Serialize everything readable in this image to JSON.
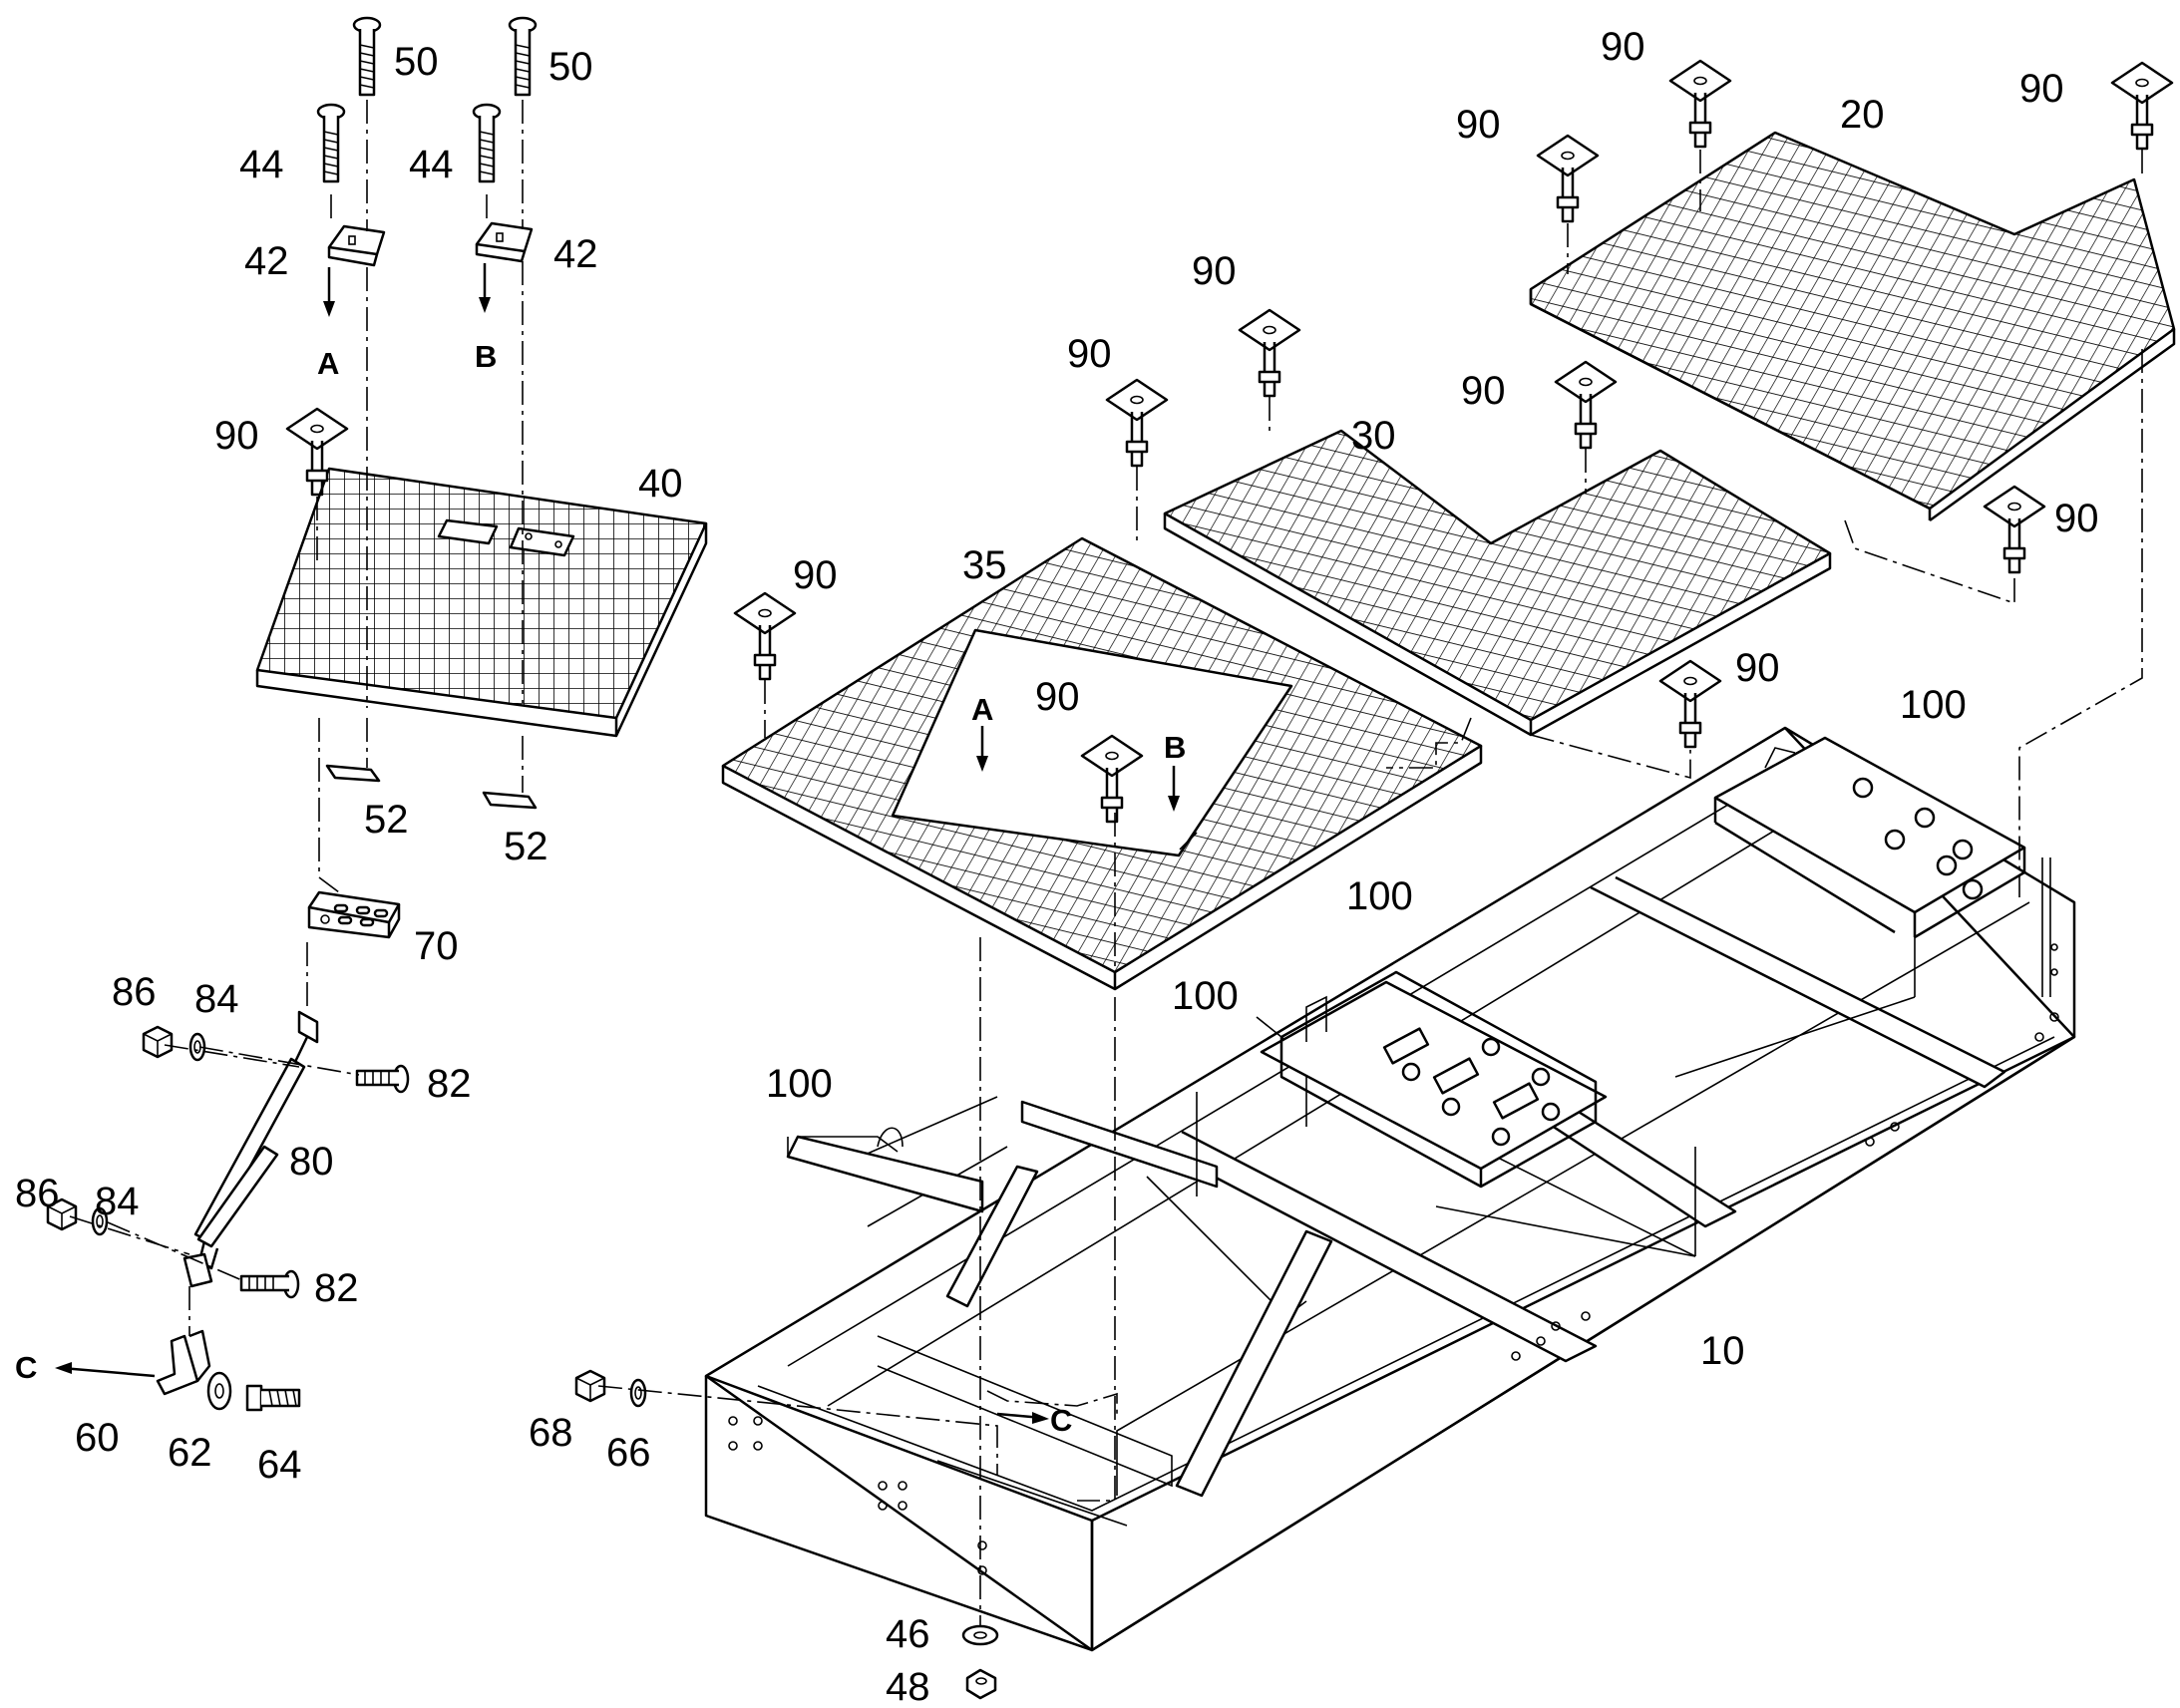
{
  "labels": {
    "frame": "10",
    "grate_large": "20",
    "grate_middle": "30",
    "grate_hatch": "35",
    "grate_lid": "40",
    "plate_42": "42",
    "bolt_44": "44",
    "washer_46": "46",
    "nut_48": "48",
    "bolt_50": "50",
    "clip_52": "52",
    "bracket_60": "60",
    "washer_62": "62",
    "bolt_64": "64",
    "washer_66": "66",
    "nut_68": "68",
    "bracket_70": "70",
    "gas_spring_80": "80",
    "pin_82": "82",
    "washer_84": "84",
    "nut_86": "86",
    "clamp_90": "90",
    "mount_100": "100"
  },
  "letters": {
    "a": "A",
    "b": "B",
    "c": "C"
  }
}
